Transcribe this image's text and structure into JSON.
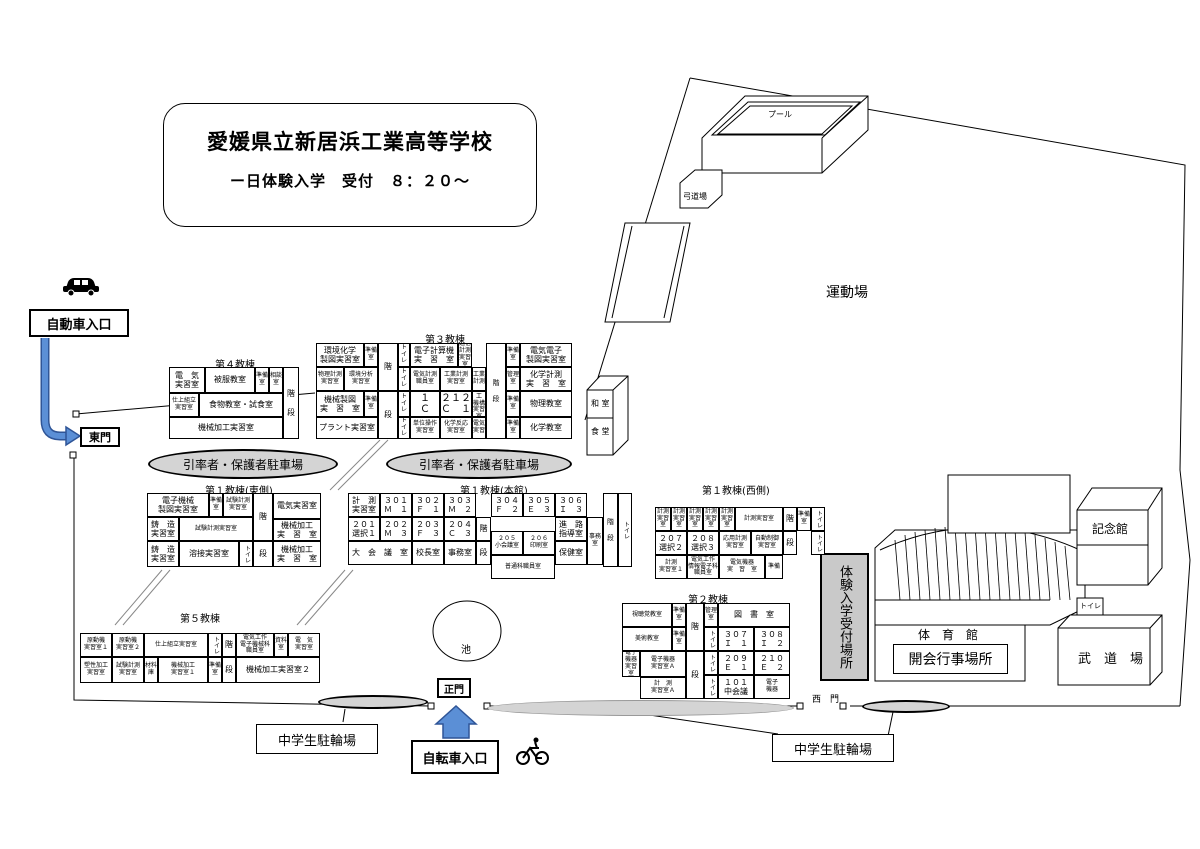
{
  "title": {
    "school": "愛媛県立新居浜工業高等学校",
    "subtitle": "ー日体験入学　受付　８：２０～"
  },
  "facilities": {
    "pool": "プール",
    "archery": "弓道場",
    "ground": "運動場",
    "pond": "池",
    "memorial": "記念館",
    "gym": "体　育　館",
    "opening": "開会行事場所",
    "budo": "武　道　場",
    "toilet": "トイレ",
    "washitsu": "和 室",
    "cafeteria": "食 堂"
  },
  "entrances": {
    "car_entrance": "自動車入口",
    "east_gate": "東門",
    "main_gate": "正門",
    "west_gate": "西　門",
    "bike_entrance": "自転車入口",
    "reception": "体験入学受付場所"
  },
  "parking": {
    "guardian_parking_1": "引率者・保護者駐車場",
    "guardian_parking_2": "引率者・保護者駐車場",
    "bike_parking_1": "中学生駐輪場",
    "bike_parking_2": "中学生駐輪場"
  },
  "buildings": {
    "b4": {
      "name": "第４教棟",
      "rooms": [
        "電　気\n実習室",
        "被服教室",
        "準備室",
        "相談室",
        "仕上組立\n実習室",
        "食物教室・試食室",
        "機械加工実習室",
        "階\n\n段"
      ]
    },
    "b3": {
      "name": "第３教棟",
      "rooms": [
        "環境化学\n製図実習室",
        "準備室",
        "ト\nイ\nレ",
        "電子計算機\n実　習　室",
        "通信\n計測\n実習室",
        "準備室",
        "電気電子\n製図実習室",
        "物理計測\n実習室",
        "環境分析\n実習室",
        "階",
        "ト\nイ\nレ",
        "電気計測\n職員室",
        "工業計測\n実習室",
        "工業\n計測",
        "管理室",
        "化学計測\n実　習　室",
        "機械製図\n実　習　室",
        "準備室",
        "段",
        "ト\nイ\nレ",
        "２１１\nＣ　２",
        "２１２\nＣ　１",
        "計測工\n機構\n実習室",
        "準備室",
        "物理教室",
        "プラント実習室",
        "ト\nイ\nレ",
        "単位操作\n実習室",
        "化学反応\n実習室",
        "電気\n実習",
        "準備室",
        "化学教室"
      ]
    },
    "b1e": {
      "name": "第１教棟(東側)",
      "rooms": [
        "電子機械\n製図実習室",
        "準備室",
        "試験計測\n実習室",
        "電気実習室",
        "鋳　造\n実習室",
        "試験計測実習室",
        "階",
        "機械加工\n実　習　室",
        "鋳　造\n実習室",
        "溶接実習室",
        "トイレ",
        "段",
        "機械加工\n実　習　室"
      ]
    },
    "b1m": {
      "name": "第１教棟(本館)",
      "rooms": [
        "計　測\n実習室",
        "３０１\nＭ　１",
        "３０２\nＦ　１",
        "３０３\nＭ　２",
        "３０４\nＦ　２",
        "３０５\nＥ　３",
        "３０６\nＩ　３",
        "２０１\n選択１",
        "２０２\nＭ　３",
        "２０３\nＦ　３",
        "２０４\nＣ　３",
        "階",
        "進　路\n指導室",
        "大　会　議　室",
        "校長室",
        "事務室",
        "段",
        "２０５\n小会議室",
        "２０６\n印刷室",
        "保健室",
        "事務室",
        "普通科職員室",
        "トイレ"
      ]
    },
    "b1w": {
      "name": "第１教棟(西側)",
      "rooms": [
        "計測\n実習室",
        "計測\n実習室",
        "計測\n実習室",
        "計測\n実習室",
        "計測\n実習室",
        "計測実習室",
        "階",
        "準備室",
        "トイレ",
        "２０７\n選択２",
        "２０８\n選択３",
        "応用計測\n実習室",
        "自動制御\n実習室",
        "段",
        "トイレ",
        "計測\n実習室１",
        "電気工作\n情報電子科\n職員室",
        "電気機器\n実　習　室",
        "準備"
      ]
    },
    "b5": {
      "name": "第５教棟",
      "rooms": [
        "原動機\n実習室１",
        "原動機\n実習室２",
        "仕上組立実習室",
        "トイレ",
        "階",
        "電気工作\n電子機械科\n職員室",
        "資料室",
        "電　気\n実習室",
        "塑性加工\n実習室",
        "試験計測\n実習室",
        "材料庫",
        "機械加工\n実習室１",
        "準備室",
        "段",
        "機械加工実習室２"
      ]
    },
    "b2": {
      "name": "第２教棟",
      "rooms": [
        "視聴覚教室",
        "準備室",
        "管理室",
        "図　書　室",
        "美術教室",
        "準備室",
        "階",
        "トイレ",
        "３０７\nＩ　１",
        "３０８\nＩ　２",
        "電子機器\n実習室",
        "電子機器\n実習室Ａ",
        "トイレ",
        "２０９\nＥ　１",
        "２１０\nＥ　２",
        "段",
        "計　測\n実習室Ａ",
        "トイレ",
        "１０１\n中会議",
        "電子\n機器"
      ]
    }
  },
  "colors": {
    "arrow_blue": "#5b8fd6",
    "arrow_border": "#2f5597",
    "parking_fill": "#d4d4d4",
    "reception_fill": "#c9c9c9"
  },
  "icons": [
    "car-icon",
    "bicycle-icon"
  ]
}
